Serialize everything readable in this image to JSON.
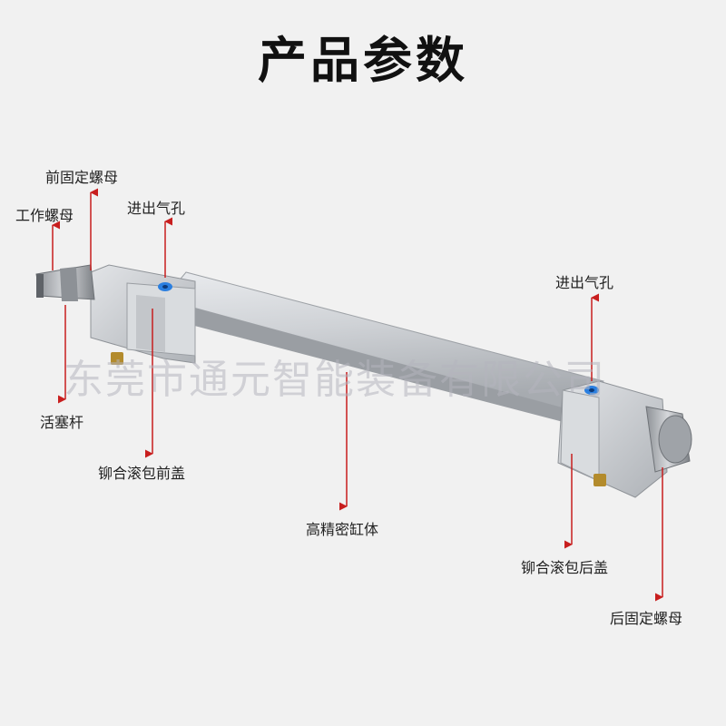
{
  "title": "产品参数",
  "watermark": "东莞市通元智能装备有限公司",
  "labels": {
    "front_nut": "前固定螺母",
    "work_nut": "工作螺母",
    "inlet_left": "进出气孔",
    "inlet_right": "进出气孔",
    "piston_rod": "活塞杆",
    "front_cover": "铆合滚包前盖",
    "cylinder_body": "高精密缸体",
    "rear_cover": "铆合滚包后盖",
    "rear_nut": "后固定螺母"
  },
  "colors": {
    "arrow": "#c81e1e",
    "port": "#2a7fe0",
    "metal": "#c9ccd0"
  }
}
